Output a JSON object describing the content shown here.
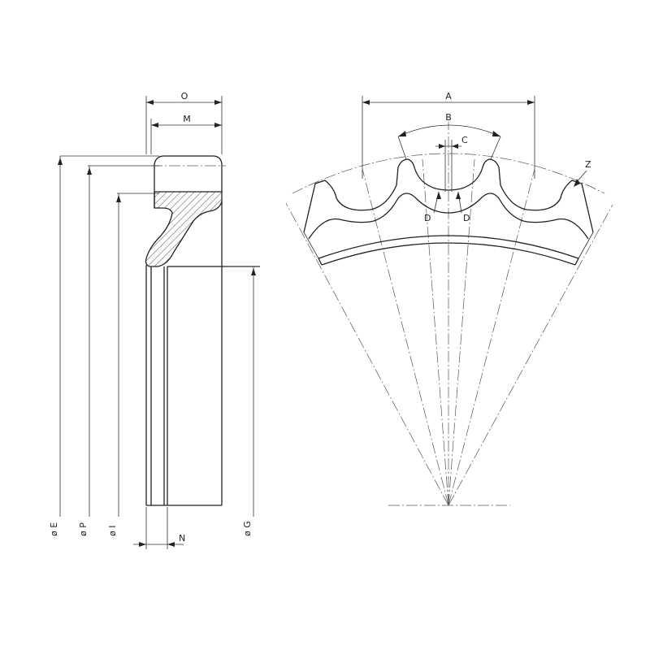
{
  "labels": {
    "O": "O",
    "M": "M",
    "E": "ø E",
    "P": "ø P",
    "I": "ø I",
    "G": "ø G",
    "N": "N",
    "A": "A",
    "B": "B",
    "C": "C",
    "D_left": "D",
    "D_right": "D",
    "Z": "Z"
  }
}
